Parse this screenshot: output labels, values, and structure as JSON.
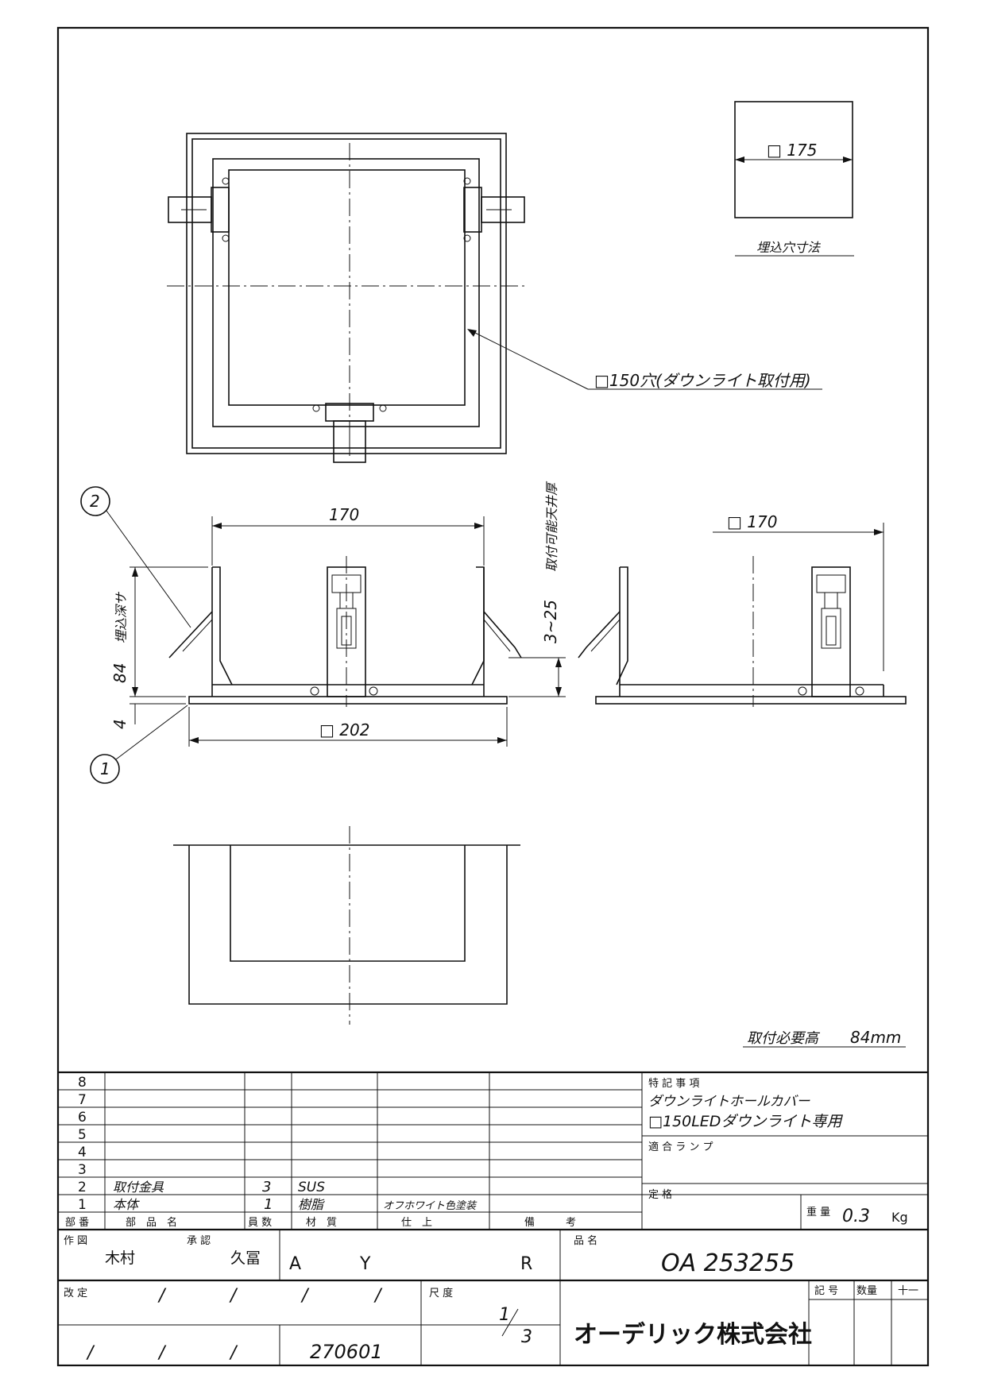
{
  "drawing": {
    "cutout_size": "□ 175",
    "cutout_caption": "埋込穴寸法",
    "hole_note": "□150穴(ダウンライト取付用)",
    "dim_width": "170",
    "dim_width_side": "□ 170",
    "dim_outer": "□ 202",
    "dim_depth": "84",
    "depth_caption": "埋込深サ",
    "dim_flange": "4",
    "ceiling_range": "3~25",
    "ceiling_caption": "取付可能天井厚",
    "balloon_1": "1",
    "balloon_2": "2",
    "required_height_label": "取付必要高",
    "required_height_value": "84mm"
  },
  "parts_table": {
    "rows": [
      {
        "no": "8",
        "name": "",
        "qty": "",
        "material": "",
        "finish": "",
        "note": ""
      },
      {
        "no": "7",
        "name": "",
        "qty": "",
        "material": "",
        "finish": "",
        "note": ""
      },
      {
        "no": "6",
        "name": "",
        "qty": "",
        "material": "",
        "finish": "",
        "note": ""
      },
      {
        "no": "5",
        "name": "",
        "qty": "",
        "material": "",
        "finish": "",
        "note": ""
      },
      {
        "no": "4",
        "name": "",
        "qty": "",
        "material": "",
        "finish": "",
        "note": ""
      },
      {
        "no": "3",
        "name": "",
        "qty": "",
        "material": "",
        "finish": "",
        "note": ""
      },
      {
        "no": "2",
        "name": "取付金具",
        "qty": "3",
        "material": "SUS",
        "finish": "",
        "note": ""
      },
      {
        "no": "1",
        "name": "本体",
        "qty": "1",
        "material": "樹脂",
        "finish": "オフホワイト色塗装",
        "note": ""
      }
    ],
    "headers": {
      "no": "部 番",
      "name": "部　品　名",
      "qty": "員 数",
      "material": "材　質",
      "finish": "仕　上",
      "note": "備　　　考"
    }
  },
  "notes": {
    "special_label": "特 記 事 項",
    "special_line1": "ダウンライトホールカバー",
    "special_line2": "□150LEDダウンライト専用",
    "lamp_label": "適 合 ラ ン プ",
    "rating_label": "定 格",
    "weight_label": "重 量",
    "weight_value": "0.3",
    "weight_unit": "Kg"
  },
  "title_block": {
    "drawn_label": "作 図",
    "drawn_by": "木村",
    "approved_label": "承 認",
    "approved_by": "久冨",
    "grade_a": "A",
    "grade_y": "Y",
    "grade_r": "R",
    "product_label": "品 名",
    "product_no": "OA 253255",
    "revision_label": "改 定",
    "rev_slash": "/",
    "date": "270601",
    "scale_label": "尺 度",
    "scale_num": "1",
    "scale_den": "3",
    "company": "オーデリック株式会社",
    "code_label": "記 号",
    "count_label": "数量",
    "tenth_label": "十一"
  }
}
